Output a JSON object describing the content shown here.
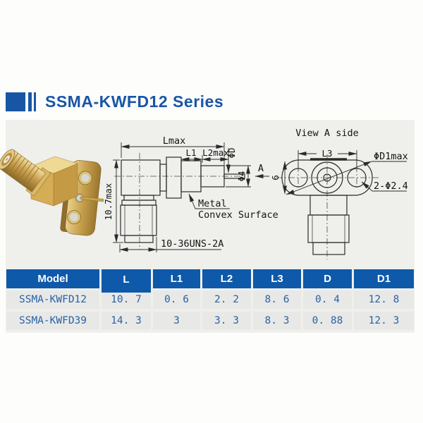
{
  "title": {
    "text": "SSMA-KWFD12 Series"
  },
  "colors": {
    "accent_blue": "#1856a5",
    "table_header_blue": "#0e59a9",
    "cell_text_blue": "#2a62a8",
    "panel_gray": "#efefec",
    "row_gray": "#e8e9e6",
    "drawing_line": "#2b2b2b",
    "connector_gold": "#c49a45"
  },
  "side_view": {
    "dim_lmax": "Lmax",
    "dim_l1": "L1",
    "dim_l2max": "L2max",
    "dim_phi_d": "ΦD",
    "dim_phi_4": "Φ4",
    "dim_height": "10.7max",
    "note_line1": "Metal",
    "note_line2": "Convex Surface",
    "thread_spec": "10-36UNS-2A",
    "section_arrow": "A"
  },
  "front_view": {
    "title": "View A side",
    "dim_l3": "L3",
    "dim_phi_d1max": "ΦD1max",
    "dim_height": "6",
    "dim_holes": "2-Φ2.4"
  },
  "table": {
    "headers": [
      "Model",
      "L",
      "L1",
      "L2",
      "L3",
      "D",
      "D1"
    ],
    "rows": [
      {
        "model": "SSMA-KWFD12",
        "values": [
          "10. 7",
          "0. 6",
          "2. 2",
          "8. 6",
          "0. 4",
          "12. 8"
        ]
      },
      {
        "model": "SSMA-KWFD39",
        "values": [
          "14. 3",
          "3",
          "3. 3",
          "8. 3",
          "0. 88",
          "12. 3"
        ]
      }
    ]
  }
}
